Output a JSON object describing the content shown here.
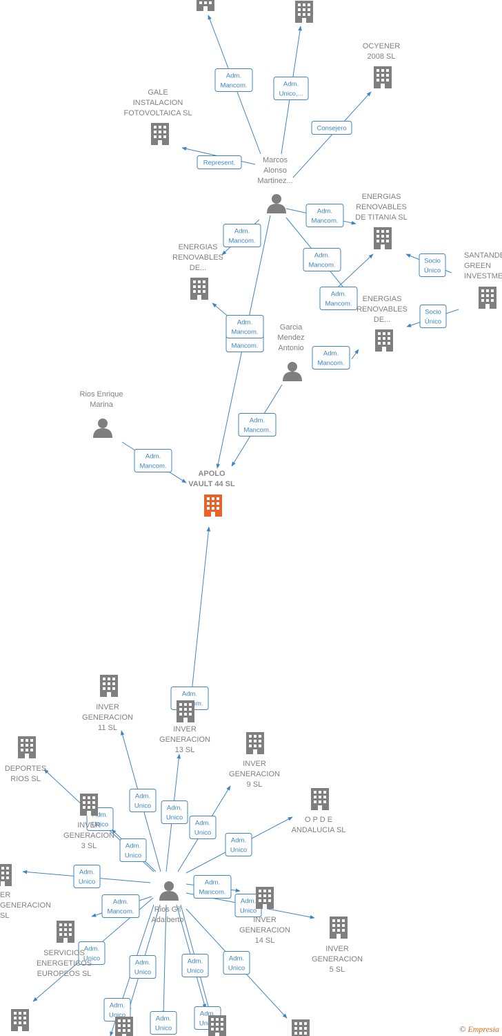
{
  "colors": {
    "edge": "#3d85c6",
    "company": "#7f7f7f",
    "person": "#7f7f7f",
    "focus": "#e8622b"
  },
  "nodes": [
    {
      "id": "c_top1",
      "type": "company",
      "label": []
    },
    {
      "id": "c_top2",
      "type": "company",
      "label": []
    },
    {
      "id": "ocyener",
      "type": "company",
      "label": [
        "OCYENER",
        "2008 SL"
      ]
    },
    {
      "id": "gale",
      "type": "company",
      "label": [
        "GALE",
        "INSTALACION",
        "FOTOVOLTAICA SL"
      ]
    },
    {
      "id": "marcos",
      "type": "person",
      "label": [
        "Marcos",
        "Alonso",
        "Martinez..."
      ]
    },
    {
      "id": "titania",
      "type": "company",
      "label": [
        "ENERGIAS",
        "RENOVABLES",
        "DE TITANIA  SL"
      ]
    },
    {
      "id": "erde_left",
      "type": "company",
      "label": [
        "ENERGIAS",
        "RENOVABLES",
        "DE..."
      ]
    },
    {
      "id": "santander",
      "type": "company",
      "label": [
        "SANTANDER",
        "GREEN",
        "INVESTMENT..."
      ]
    },
    {
      "id": "erde_right",
      "type": "company",
      "label": [
        "ENERGIAS",
        "RENOVABLES",
        "DE..."
      ]
    },
    {
      "id": "garcia",
      "type": "person",
      "label": [
        "Garcia",
        "Mendez",
        "Antonio"
      ]
    },
    {
      "id": "rios_enrique",
      "type": "person",
      "label": [
        "Rios Enrique",
        "Marina"
      ]
    },
    {
      "id": "apolo",
      "type": "focus",
      "label": [
        "APOLO",
        "VAULT 44  SL"
      ]
    },
    {
      "id": "ig11",
      "type": "company",
      "label": [
        "INVER",
        "GENERACION",
        "11  SL"
      ]
    },
    {
      "id": "ig13",
      "type": "company",
      "label": [
        "INVER",
        "GENERACION",
        "13  SL"
      ]
    },
    {
      "id": "deportes",
      "type": "company",
      "label": [
        "DEPORTES",
        "RIOS  SL"
      ]
    },
    {
      "id": "ig9",
      "type": "company",
      "label": [
        "INVER",
        "GENERACION",
        "9  SL"
      ]
    },
    {
      "id": "opde",
      "type": "company",
      "label": [
        "O P D E",
        "ANDALUCIA SL"
      ]
    },
    {
      "id": "ig3",
      "type": "company",
      "label": [
        "INVER",
        "GENERACION",
        "3  SL"
      ]
    },
    {
      "id": "er_left",
      "type": "company",
      "label": [
        "ER",
        "GENERACION",
        "SL"
      ]
    },
    {
      "id": "rios_gil",
      "type": "person",
      "label": [
        "Rios Gil",
        "Adalberto"
      ]
    },
    {
      "id": "ig14",
      "type": "company",
      "label": [
        "INVER",
        "GENERACION",
        "14  SL"
      ]
    },
    {
      "id": "ig5",
      "type": "company",
      "label": [
        "INVER",
        "GENERACION",
        "5  SL"
      ]
    },
    {
      "id": "servicios",
      "type": "company",
      "label": [
        "SERVICIOS",
        "ENERGETICOS",
        "EUROPEOS SL"
      ]
    },
    {
      "id": "b1",
      "type": "company",
      "label": []
    },
    {
      "id": "b2",
      "type": "company",
      "label": []
    },
    {
      "id": "b3",
      "type": "company",
      "label": []
    },
    {
      "id": "b4",
      "type": "company",
      "label": []
    }
  ],
  "edges": [
    {
      "id": "e1",
      "label": [
        "Adm.",
        "Mancom."
      ]
    },
    {
      "id": "e2",
      "label": [
        "Adm.",
        "Unico,..."
      ]
    },
    {
      "id": "e3",
      "label": [
        "Consejero"
      ]
    },
    {
      "id": "e4",
      "label": [
        "Represent."
      ]
    },
    {
      "id": "e5",
      "label": [
        "Adm.",
        "Mancom."
      ]
    },
    {
      "id": "e6",
      "label": [
        "Adm.",
        "Mancom."
      ]
    },
    {
      "id": "e7",
      "label": [
        "Adm.",
        "Mancom."
      ]
    },
    {
      "id": "e8",
      "label": [
        "Socio",
        "Único"
      ]
    },
    {
      "id": "e9",
      "label": [
        "Socio",
        "Único"
      ]
    },
    {
      "id": "e10",
      "label": [
        "Adm.",
        "Mancom."
      ]
    },
    {
      "id": "e11",
      "label": [
        "Adm.",
        "Mancom."
      ]
    },
    {
      "id": "e12",
      "label": [
        "Adm.",
        "Mancom."
      ]
    },
    {
      "id": "e13",
      "label": [
        "Adm.",
        "Mancom."
      ]
    },
    {
      "id": "e14",
      "label": [
        "Adm.",
        "Mancom."
      ]
    },
    {
      "id": "e15",
      "label": [
        "Adm.",
        "Mancom."
      ]
    },
    {
      "id": "e16",
      "label": [
        "Adm.",
        "Mancom."
      ]
    },
    {
      "id": "e17",
      "label": [
        "Adm.",
        "Unico"
      ]
    },
    {
      "id": "e18",
      "label": [
        "Adm.",
        "Unico"
      ]
    },
    {
      "id": "e19",
      "label": [
        "Adm.",
        "Unico"
      ]
    },
    {
      "id": "e20",
      "label": [
        "Adm.",
        "Unico"
      ]
    },
    {
      "id": "e21",
      "label": [
        "Adm.",
        "Unico"
      ]
    },
    {
      "id": "e22",
      "label": [
        "Adm.",
        "Unico"
      ]
    },
    {
      "id": "e23",
      "label": [
        "Adm.",
        "Unico"
      ]
    },
    {
      "id": "e24",
      "label": [
        "Adm.",
        "Mancom."
      ]
    },
    {
      "id": "e25",
      "label": [
        "Adm.",
        "Unico"
      ]
    },
    {
      "id": "e26",
      "label": [
        "Adm.",
        "Mancom."
      ]
    },
    {
      "id": "e27",
      "label": [
        "Adm.",
        "Unico"
      ]
    },
    {
      "id": "e28",
      "label": [
        "Adm.",
        "Unico"
      ]
    },
    {
      "id": "e29",
      "label": [
        "Adm.",
        "Unico"
      ]
    },
    {
      "id": "e30",
      "label": [
        "Adm.",
        "Unico"
      ]
    },
    {
      "id": "e31",
      "label": [
        "Adm.",
        "Unico"
      ]
    },
    {
      "id": "e32",
      "label": [
        "Adm.",
        "Unico"
      ]
    },
    {
      "id": "e33",
      "label": [
        "Adm.",
        "Unico"
      ]
    }
  ],
  "watermark": {
    "copyright": "©",
    "brand": "Empresia"
  }
}
